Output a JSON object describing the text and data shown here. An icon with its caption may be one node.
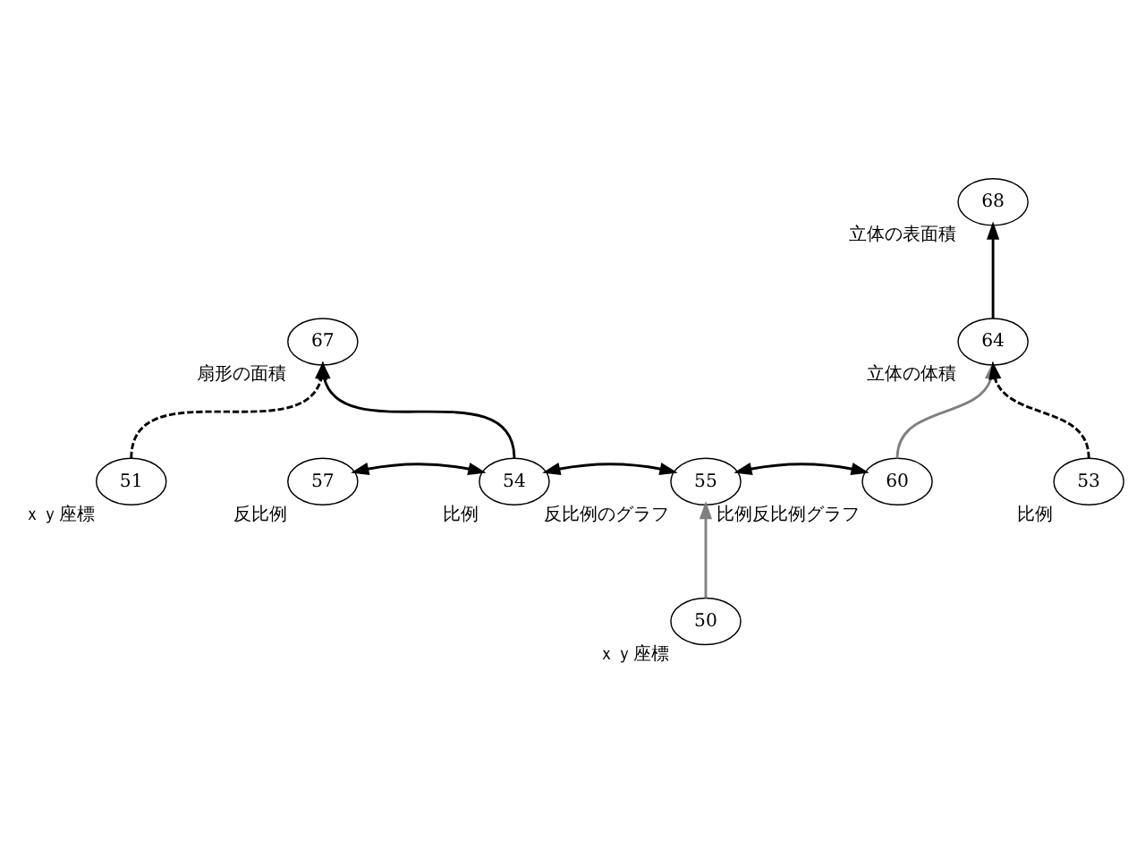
{
  "diagram": {
    "nodes": [
      {
        "text": [
          "68"
        ],
        "beside": [
          "立体の表面積"
        ]
      },
      {
        "text": [
          "67"
        ],
        "beside": [
          "扇形の面積"
        ]
      },
      {
        "text": [
          "64"
        ],
        "beside": [
          "立体の体積"
        ]
      },
      {
        "text": [
          "57"
        ],
        "beside": [
          "反比例"
        ]
      },
      {
        "text": [
          "54"
        ],
        "beside": [
          "比例"
        ]
      },
      {
        "text": [
          "55"
        ],
        "beside": [
          "反比例のグラフ"
        ]
      },
      {
        "text": [
          "60"
        ],
        "beside": [
          "比例反比例グラフ"
        ]
      },
      {
        "text": [
          "53"
        ],
        "beside": [
          "比例"
        ]
      },
      {
        "text": [
          "50"
        ],
        "beside": [
          "ｘｙ座標"
        ]
      },
      {
        "text": [
          "51"
        ],
        "beside": [
          "ｘｙ座標"
        ]
      }
    ],
    "edges": [
      {
        "from": 3,
        "to": 4,
        "arrow": "both"
      },
      {
        "from": 4,
        "to": 5,
        "arrow": "both"
      },
      {
        "from": 5,
        "to": 6,
        "arrow": "both"
      },
      {
        "from": 4,
        "to": 1,
        "arrow": "to"
      },
      {
        "from": 9,
        "to": 1,
        "arrow": "to",
        "style": "dashed"
      },
      {
        "from": 8,
        "to": 5,
        "arrow": "to",
        "color": "#808080"
      },
      {
        "from": 6,
        "to": 2,
        "arrow": "to",
        "color": "#808080"
      },
      {
        "from": 7,
        "to": 2,
        "arrow": "to",
        "style": "dashed"
      },
      {
        "from": 2,
        "to": 0,
        "arrow": "to"
      }
    ]
  }
}
